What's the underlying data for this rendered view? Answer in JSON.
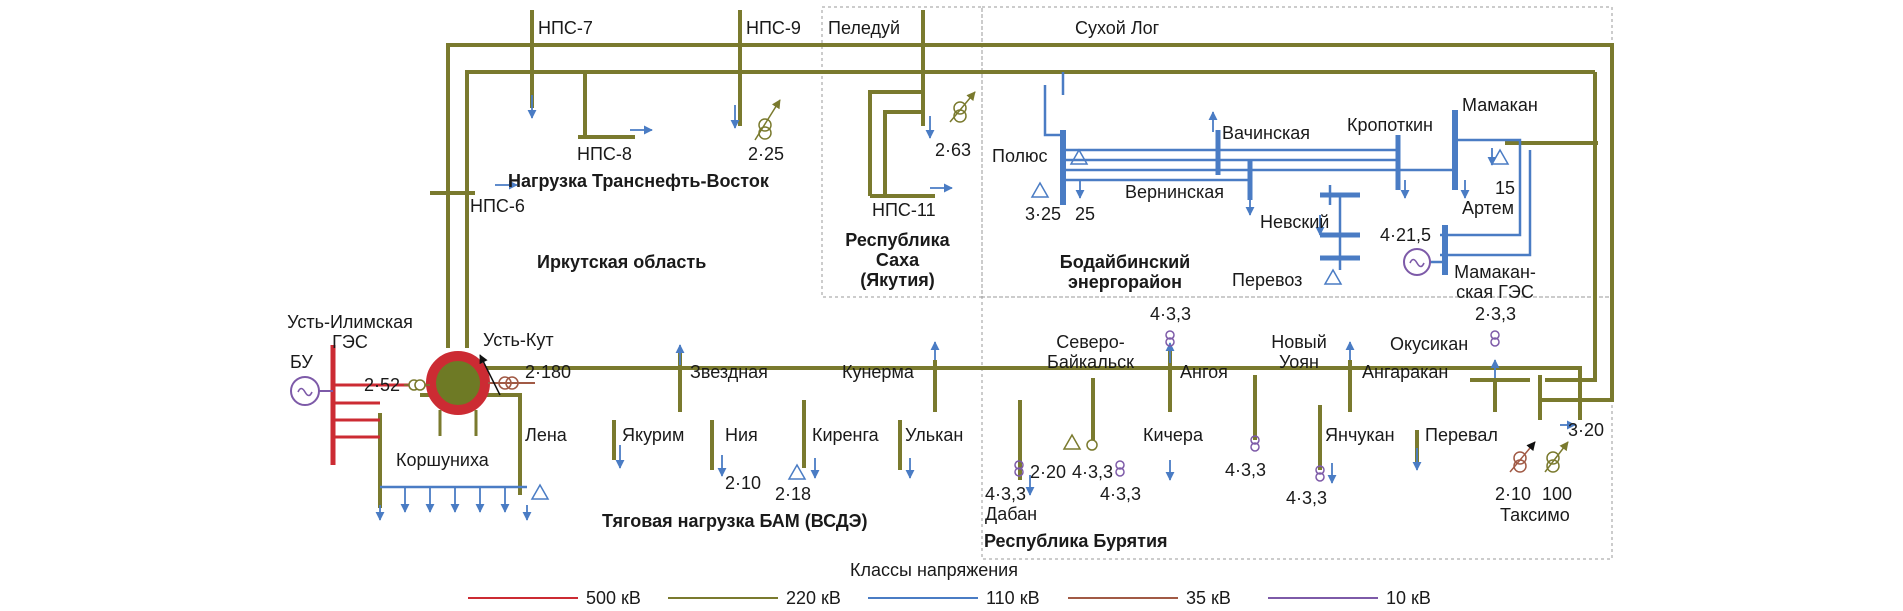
{
  "colors": {
    "kv500": "#cc2b33",
    "kv220": "#7a7a2e",
    "kv110": "#4a7cc4",
    "kv35": "#a15a45",
    "kv10": "#7d5aa8",
    "border": "#9a9a9a"
  },
  "labels": {
    "nps7": "НПС-7",
    "nps9": "НПС-9",
    "peleduy": "Пеледуй",
    "sukhoy_log": "Сухой Лог",
    "nps8": "НПС-8",
    "nps6": "НПС-6",
    "nps11": "НПС-11",
    "load_2_25": "2·25",
    "load_2_63": "2·63",
    "transneft": "Нагрузка Транснефть-Восток",
    "irkutsk": "Иркутская область",
    "sakha": "Республика\nСаха\n(Якутия)",
    "bodaibo": "Бодайбинский\nэнергорайон",
    "polyus": "Полюс",
    "vachinskaya": "Вачинская",
    "kropotkin": "Кропоткин",
    "mamakan": "Мамакан",
    "verninskaya": "Вернинская",
    "nevsky": "Невский",
    "artem": "Артем",
    "perevoz": "Перевоз",
    "mamakan_ges": "Мамакан-\nская ГЭС",
    "load_3_25": "3·25",
    "load_25": "25",
    "load_15": "15",
    "load_4_21_5": "4·21,5",
    "ust_ilimsk": "Усть-Илимская\nГЭС",
    "bu": "БУ",
    "load_2_52": "2·52",
    "ust_kut": "Усть-Кут",
    "load_2_180": "2·180",
    "zvezdnaya": "Звездная",
    "kunerma": "Кунерма",
    "severobaikalsk": "Северо-\nБайкальск",
    "angoya": "Ангоя",
    "novy_uoyan": "Новый\nУоян",
    "angarakan": "Ангаракан",
    "okusikan": "Окусикан",
    "load_4_3_3_a": "4·3,3",
    "load_2_3_3": "2·3,3",
    "lena": "Лена",
    "yakurim": "Якурим",
    "niya": "Ния",
    "kirenga": "Киренга",
    "ulkan": "Улькан",
    "kichera": "Кичера",
    "yanchukan": "Янчукан",
    "pereval": "Перевал",
    "load_3_20": "3·20",
    "korshunikha": "Коршуниха",
    "load_2_10_a": "2·10",
    "load_2_18": "2·18",
    "load_4_3_3_b": "4·3,3",
    "load_2_20": "2·20",
    "load_4_3_3_c": "4·3,3",
    "load_4_3_3_d": "4·3,3",
    "load_4_3_3_e": "4·3,3",
    "load_4_3_3_f": "4·3,3",
    "load_2_10_b": "2·10",
    "load_100": "100",
    "dabán": "Дабан",
    "taksimo": "Таксимо",
    "bam": "Тяговая нагрузка БАМ (ВСДЭ)",
    "buryatia": "Республика Бурятия"
  },
  "legend": {
    "title": "Классы напряжения",
    "items": [
      {
        "label": "500 кВ",
        "color": "#cc2b33"
      },
      {
        "label": "220 кВ",
        "color": "#7a7a2e"
      },
      {
        "label": "110 кВ",
        "color": "#4a7cc4"
      },
      {
        "label": "35 кВ",
        "color": "#a15a45"
      },
      {
        "label": "10 кВ",
        "color": "#7d5aa8"
      }
    ]
  }
}
